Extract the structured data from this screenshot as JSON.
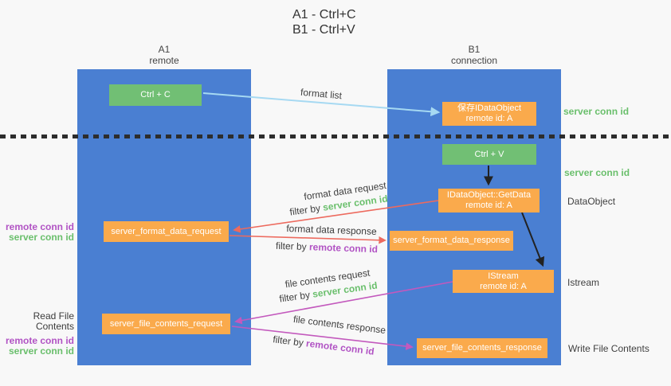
{
  "title": {
    "line1": "A1 - Ctrl+C",
    "line2": "B1 - Ctrl+V"
  },
  "lanes": {
    "a1": {
      "title": "A1",
      "subtitle": "remote"
    },
    "b1": {
      "title": "B1",
      "subtitle": "connection"
    }
  },
  "nodes": {
    "ctrl_c": "Ctrl + C",
    "ctrl_v": "Ctrl + V",
    "save_idataobject": {
      "line1": "保存IDataObject",
      "line2": "remote id: A"
    },
    "getdata": {
      "line1": "IDataObject::GetData",
      "line2": "remote id: A"
    },
    "istream": {
      "line1": "IStream",
      "line2": "remote id: A"
    },
    "format_request": "server_format_data_request",
    "format_response": "server_format_data_response",
    "file_request": "server_file_contents_request",
    "file_response": "server_file_contents_response"
  },
  "arrow_labels": {
    "format_list": "format list",
    "format_data_request": "format data request",
    "format_data_response": "format data response",
    "file_contents_request": "file contents request",
    "file_contents_response": "file contents response",
    "filter_by": "filter by ",
    "server_conn_id": "server conn id",
    "remote_conn_id": "remote conn id"
  },
  "annotations": {
    "server_conn_id_top": "server conn id",
    "server_conn_id_mid": "server conn id",
    "dataobject": "DataObject",
    "istream": "Istream",
    "write_file_contents": "Write File Contents",
    "read_file_contents": "Read File Contents",
    "remote_conn_id": "remote conn id",
    "server_conn_id": "server conn id"
  },
  "colors": {
    "background": "#f8f8f8",
    "lane_blue": "#4a7fd2",
    "node_green": "#71bf74",
    "node_orange": "#faaa4c",
    "arrow_light_blue": "#a6d9f2",
    "arrow_salmon": "#ed6a5e",
    "arrow_magenta": "#c359bd",
    "arrow_black": "#222222",
    "text_green": "#6abf6c",
    "text_purple": "#b153c4",
    "text_dark": "#3b3b3b"
  }
}
